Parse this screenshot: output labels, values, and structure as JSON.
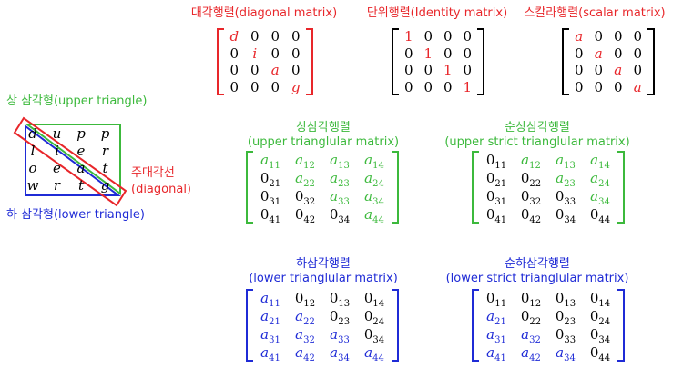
{
  "colors": {
    "red": "#e8262a",
    "green": "#3cb93c",
    "blue": "#1f2bd6",
    "black": "#000000"
  },
  "triangle_diagram": {
    "upper_label": "상 삼각형(upper triangle)",
    "lower_label": "하 삼각형(lower triangle)",
    "diagonal_label_1": "주대각선",
    "diagonal_label_2": "(diagonal)",
    "grid": [
      [
        "d",
        "u",
        "p",
        "p"
      ],
      [
        "l",
        "i",
        "e",
        "r"
      ],
      [
        "o",
        "e",
        "a",
        "t"
      ],
      [
        "w",
        "r",
        "t",
        "g"
      ]
    ]
  },
  "matrices": [
    {
      "id": "diagonal",
      "title_line1": "대각행렬(diagonal matrix)",
      "title_line2": "",
      "title_color": "red",
      "bracket_color": "red",
      "cells": [
        [
          {
            "t": "d",
            "c": "red",
            "i": true
          },
          {
            "t": "0",
            "c": "black"
          },
          {
            "t": "0",
            "c": "black"
          },
          {
            "t": "0",
            "c": "black"
          }
        ],
        [
          {
            "t": "0",
            "c": "black"
          },
          {
            "t": "i",
            "c": "red",
            "i": true
          },
          {
            "t": "0",
            "c": "black"
          },
          {
            "t": "0",
            "c": "black"
          }
        ],
        [
          {
            "t": "0",
            "c": "black"
          },
          {
            "t": "0",
            "c": "black"
          },
          {
            "t": "a",
            "c": "red",
            "i": true
          },
          {
            "t": "0",
            "c": "black"
          }
        ],
        [
          {
            "t": "0",
            "c": "black"
          },
          {
            "t": "0",
            "c": "black"
          },
          {
            "t": "0",
            "c": "black"
          },
          {
            "t": "g",
            "c": "red",
            "i": true
          }
        ]
      ]
    },
    {
      "id": "identity",
      "title_line1": "단위행렬(Identity matrix)",
      "title_line2": "",
      "title_color": "red",
      "bracket_color": "black",
      "cells": [
        [
          {
            "t": "1",
            "c": "red"
          },
          {
            "t": "0",
            "c": "black"
          },
          {
            "t": "0",
            "c": "black"
          },
          {
            "t": "0",
            "c": "black"
          }
        ],
        [
          {
            "t": "0",
            "c": "black"
          },
          {
            "t": "1",
            "c": "red"
          },
          {
            "t": "0",
            "c": "black"
          },
          {
            "t": "0",
            "c": "black"
          }
        ],
        [
          {
            "t": "0",
            "c": "black"
          },
          {
            "t": "0",
            "c": "black"
          },
          {
            "t": "1",
            "c": "red"
          },
          {
            "t": "0",
            "c": "black"
          }
        ],
        [
          {
            "t": "0",
            "c": "black"
          },
          {
            "t": "0",
            "c": "black"
          },
          {
            "t": "0",
            "c": "black"
          },
          {
            "t": "1",
            "c": "red"
          }
        ]
      ]
    },
    {
      "id": "scalar",
      "title_line1": "스칼라행렬(scalar matrix)",
      "title_line2": "",
      "title_color": "red",
      "bracket_color": "black",
      "cells": [
        [
          {
            "t": "a",
            "c": "red",
            "i": true
          },
          {
            "t": "0",
            "c": "black"
          },
          {
            "t": "0",
            "c": "black"
          },
          {
            "t": "0",
            "c": "black"
          }
        ],
        [
          {
            "t": "0",
            "c": "black"
          },
          {
            "t": "a",
            "c": "red",
            "i": true
          },
          {
            "t": "0",
            "c": "black"
          },
          {
            "t": "0",
            "c": "black"
          }
        ],
        [
          {
            "t": "0",
            "c": "black"
          },
          {
            "t": "0",
            "c": "black"
          },
          {
            "t": "a",
            "c": "red",
            "i": true
          },
          {
            "t": "0",
            "c": "black"
          }
        ],
        [
          {
            "t": "0",
            "c": "black"
          },
          {
            "t": "0",
            "c": "black"
          },
          {
            "t": "0",
            "c": "black"
          },
          {
            "t": "a",
            "c": "red",
            "i": true
          }
        ]
      ]
    },
    {
      "id": "upper",
      "title_line1": "상삼각행렬",
      "title_line2": "(upper trianglular matrix)",
      "title_color": "green",
      "bracket_color": "green",
      "cells": [
        [
          {
            "t": "a",
            "s": "11",
            "c": "green",
            "i": true
          },
          {
            "t": "a",
            "s": "12",
            "c": "green",
            "i": true
          },
          {
            "t": "a",
            "s": "13",
            "c": "green",
            "i": true
          },
          {
            "t": "a",
            "s": "14",
            "c": "green",
            "i": true
          }
        ],
        [
          {
            "t": "0",
            "s": "21",
            "c": "black"
          },
          {
            "t": "a",
            "s": "22",
            "c": "green",
            "i": true
          },
          {
            "t": "a",
            "s": "23",
            "c": "green",
            "i": true
          },
          {
            "t": "a",
            "s": "24",
            "c": "green",
            "i": true
          }
        ],
        [
          {
            "t": "0",
            "s": "31",
            "c": "black"
          },
          {
            "t": "0",
            "s": "32",
            "c": "black"
          },
          {
            "t": "a",
            "s": "33",
            "c": "green",
            "i": true
          },
          {
            "t": "a",
            "s": "34",
            "c": "green",
            "i": true
          }
        ],
        [
          {
            "t": "0",
            "s": "41",
            "c": "black"
          },
          {
            "t": "0",
            "s": "42",
            "c": "black"
          },
          {
            "t": "0",
            "s": "34",
            "c": "black"
          },
          {
            "t": "a",
            "s": "44",
            "c": "green",
            "i": true
          }
        ]
      ]
    },
    {
      "id": "upper-strict",
      "title_line1": "순상삼각행렬",
      "title_line2": "(upper strict trianglular matrix)",
      "title_color": "green",
      "bracket_color": "green",
      "cells": [
        [
          {
            "t": "0",
            "s": "11",
            "c": "black"
          },
          {
            "t": "a",
            "s": "12",
            "c": "green",
            "i": true
          },
          {
            "t": "a",
            "s": "13",
            "c": "green",
            "i": true
          },
          {
            "t": "a",
            "s": "14",
            "c": "green",
            "i": true
          }
        ],
        [
          {
            "t": "0",
            "s": "21",
            "c": "black"
          },
          {
            "t": "0",
            "s": "22",
            "c": "black"
          },
          {
            "t": "a",
            "s": "23",
            "c": "green",
            "i": true
          },
          {
            "t": "a",
            "s": "24",
            "c": "green",
            "i": true
          }
        ],
        [
          {
            "t": "0",
            "s": "31",
            "c": "black"
          },
          {
            "t": "0",
            "s": "32",
            "c": "black"
          },
          {
            "t": "0",
            "s": "33",
            "c": "black"
          },
          {
            "t": "a",
            "s": "34",
            "c": "green",
            "i": true
          }
        ],
        [
          {
            "t": "0",
            "s": "41",
            "c": "black"
          },
          {
            "t": "0",
            "s": "42",
            "c": "black"
          },
          {
            "t": "0",
            "s": "34",
            "c": "black"
          },
          {
            "t": "0",
            "s": "44",
            "c": "black"
          }
        ]
      ]
    },
    {
      "id": "lower",
      "title_line1": "하삼각행렬",
      "title_line2": "(lower trianglular matrix)",
      "title_color": "blue",
      "bracket_color": "blue",
      "cells": [
        [
          {
            "t": "a",
            "s": "11",
            "c": "blue",
            "i": true
          },
          {
            "t": "0",
            "s": "12",
            "c": "black"
          },
          {
            "t": "0",
            "s": "13",
            "c": "black"
          },
          {
            "t": "0",
            "s": "14",
            "c": "black"
          }
        ],
        [
          {
            "t": "a",
            "s": "21",
            "c": "blue",
            "i": true
          },
          {
            "t": "a",
            "s": "22",
            "c": "blue",
            "i": true
          },
          {
            "t": "0",
            "s": "23",
            "c": "black"
          },
          {
            "t": "0",
            "s": "24",
            "c": "black"
          }
        ],
        [
          {
            "t": "a",
            "s": "31",
            "c": "blue",
            "i": true
          },
          {
            "t": "a",
            "s": "32",
            "c": "blue",
            "i": true
          },
          {
            "t": "a",
            "s": "33",
            "c": "blue",
            "i": true
          },
          {
            "t": "0",
            "s": "34",
            "c": "black"
          }
        ],
        [
          {
            "t": "a",
            "s": "41",
            "c": "blue",
            "i": true
          },
          {
            "t": "a",
            "s": "42",
            "c": "blue",
            "i": true
          },
          {
            "t": "a",
            "s": "34",
            "c": "blue",
            "i": true
          },
          {
            "t": "a",
            "s": "44",
            "c": "blue",
            "i": true
          }
        ]
      ]
    },
    {
      "id": "lower-strict",
      "title_line1": "순하삼각행렬",
      "title_line2": "(lower strict trianglular matrix)",
      "title_color": "blue",
      "bracket_color": "blue",
      "cells": [
        [
          {
            "t": "0",
            "s": "11",
            "c": "black"
          },
          {
            "t": "0",
            "s": "12",
            "c": "black"
          },
          {
            "t": "0",
            "s": "13",
            "c": "black"
          },
          {
            "t": "0",
            "s": "14",
            "c": "black"
          }
        ],
        [
          {
            "t": "a",
            "s": "21",
            "c": "blue",
            "i": true
          },
          {
            "t": "0",
            "s": "22",
            "c": "black"
          },
          {
            "t": "0",
            "s": "23",
            "c": "black"
          },
          {
            "t": "0",
            "s": "24",
            "c": "black"
          }
        ],
        [
          {
            "t": "a",
            "s": "31",
            "c": "blue",
            "i": true
          },
          {
            "t": "a",
            "s": "32",
            "c": "blue",
            "i": true
          },
          {
            "t": "0",
            "s": "33",
            "c": "black"
          },
          {
            "t": "0",
            "s": "34",
            "c": "black"
          }
        ],
        [
          {
            "t": "a",
            "s": "41",
            "c": "blue",
            "i": true
          },
          {
            "t": "a",
            "s": "42",
            "c": "blue",
            "i": true
          },
          {
            "t": "a",
            "s": "34",
            "c": "blue",
            "i": true
          },
          {
            "t": "0",
            "s": "44",
            "c": "black"
          }
        ]
      ]
    }
  ]
}
